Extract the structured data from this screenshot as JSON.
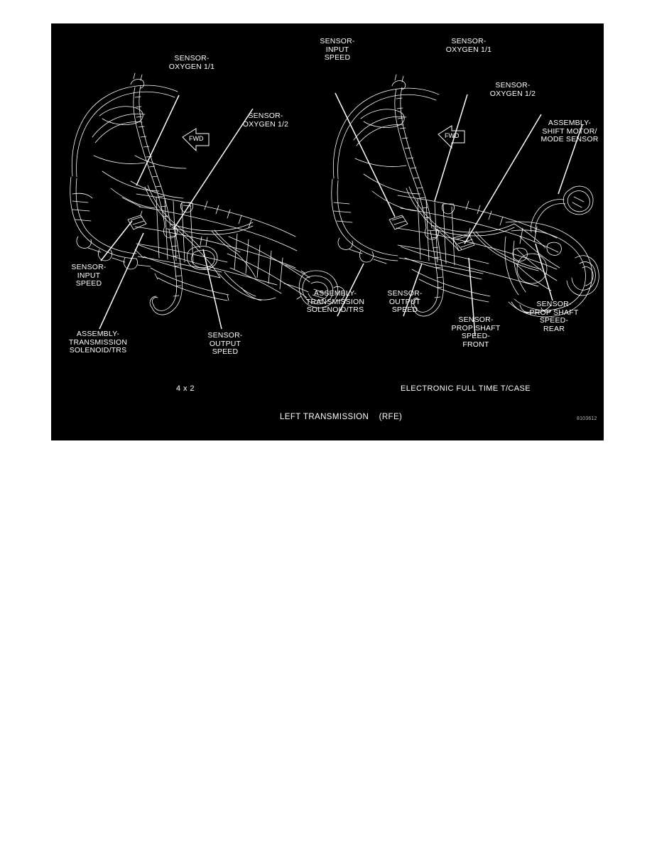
{
  "figure": {
    "background_color": "#000000",
    "line_color": "#ffffff",
    "figure_id": "8103612",
    "bottom_caption": "LEFT TRANSMISSION    (RFE)",
    "sub_captions": {
      "left": "4 x 2",
      "right": "ELECTRONIC FULL TIME T/CASE"
    },
    "direction_arrow_label": "FWD"
  },
  "left_diagram": {
    "name": "4 x 2",
    "callouts": [
      {
        "id": "l-oxygen-1-1",
        "lines": [
          "SENSOR-",
          "OXYGEN 1/1"
        ]
      },
      {
        "id": "l-oxygen-1-2",
        "lines": [
          "SENSOR-",
          "OXYGEN 1/2"
        ]
      },
      {
        "id": "l-input-speed",
        "lines": [
          "SENSOR-",
          "INPUT",
          "SPEED"
        ]
      },
      {
        "id": "l-solenoid",
        "lines": [
          "ASSEMBLY-",
          "TRANSMISSION",
          "SOLENOID/TRS"
        ]
      },
      {
        "id": "l-output-speed",
        "lines": [
          "SENSOR-",
          "OUTPUT",
          "SPEED"
        ]
      }
    ]
  },
  "right_diagram": {
    "name": "ELECTRONIC FULL TIME T/CASE",
    "callouts": [
      {
        "id": "r-input-speed",
        "lines": [
          "SENSOR-",
          "INPUT",
          "SPEED"
        ]
      },
      {
        "id": "r-oxygen-1-1",
        "lines": [
          "SENSOR-",
          "OXYGEN 1/1"
        ]
      },
      {
        "id": "r-oxygen-1-2",
        "lines": [
          "SENSOR-",
          "OXYGEN 1/2"
        ]
      },
      {
        "id": "r-shift-motor",
        "lines": [
          "ASSEMBLY-",
          "SHIFT MOTOR/",
          "MODE SENSOR"
        ]
      },
      {
        "id": "r-solenoid",
        "lines": [
          "ASSEMBLY-",
          "TRANSMISSION",
          "SOLENOID/TRS"
        ]
      },
      {
        "id": "r-output-speed",
        "lines": [
          "SENSOR-",
          "OUTPUT",
          "SPEED"
        ]
      },
      {
        "id": "r-prop-front",
        "lines": [
          "SENSOR-",
          "PROP SHAFT",
          "SPEED-",
          "FRONT"
        ]
      },
      {
        "id": "r-prop-rear",
        "lines": [
          "SENSOR-",
          "PROP SHAFT",
          "SPEED-",
          "REAR"
        ]
      }
    ]
  }
}
